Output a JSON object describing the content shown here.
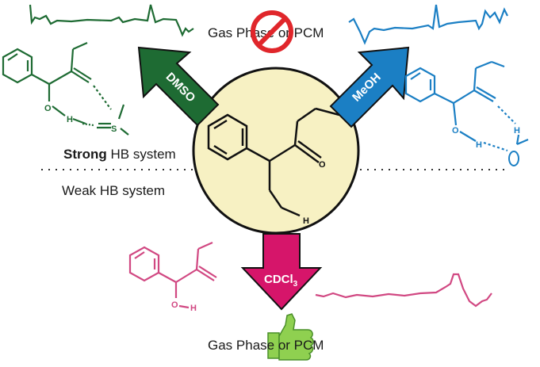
{
  "labels": {
    "top_conditions": "Gas Phase or PCM",
    "bottom_conditions": "Gas Phase or PCM",
    "strong_bold": "Strong",
    "strong_rest": " HB system",
    "weak": "Weak HB system"
  },
  "arrows": {
    "dmso": {
      "text": "DMSO",
      "color": "#1e6b33"
    },
    "meoh": {
      "text": "MeOH",
      "color": "#1b7fc4"
    },
    "cdcl3": {
      "text": "CDCl",
      "subscript": "3",
      "color": "#d6156a"
    }
  },
  "atoms": {
    "center_o": "O",
    "center_h": "H",
    "oh": "O",
    "h": "H",
    "dmso_s": "S"
  },
  "colors": {
    "dmso": "#1e6b33",
    "meoh": "#1b7fc4",
    "cdcl3": "#d14882",
    "center_fill": "#f7f1c3",
    "forbidden": "#e0262b",
    "thumb": "#7dc242"
  },
  "icons": {
    "forbidden": "no-sign-icon",
    "approve": "thumbs-up-icon"
  }
}
